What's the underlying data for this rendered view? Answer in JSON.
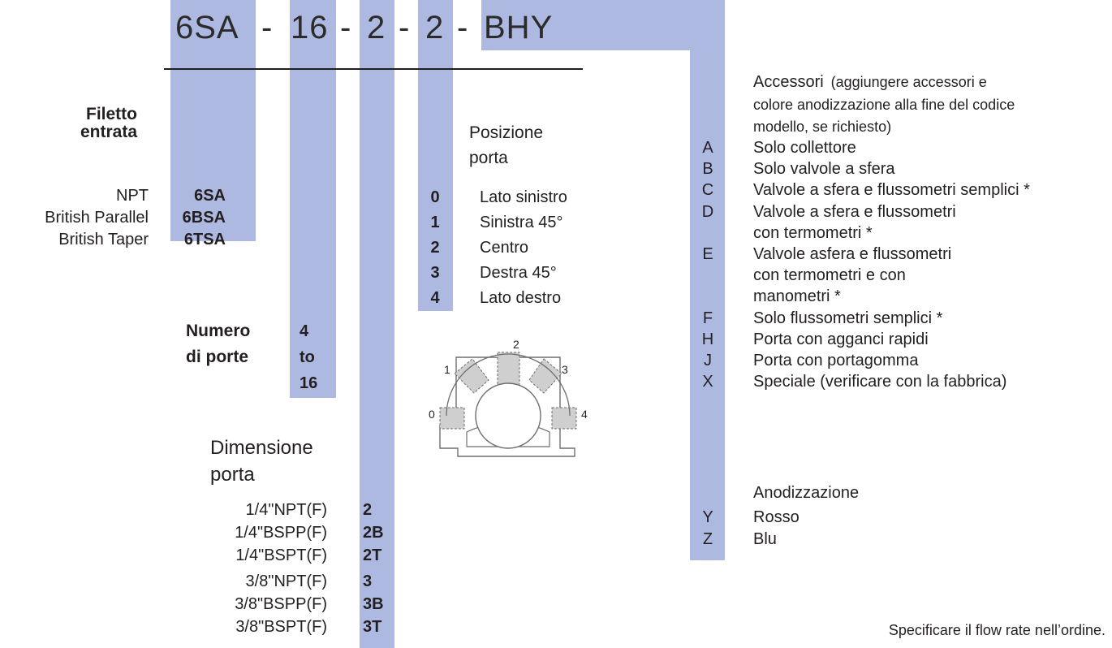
{
  "header": {
    "part1": "6SA",
    "dash": "-",
    "part2": "16",
    "part3": "2",
    "part4": "2",
    "part5": "BHY"
  },
  "inlet_thread": {
    "title_line1": "Filetto",
    "title_line2": "entrata",
    "rows": [
      {
        "label": "NPT",
        "code": "6SA"
      },
      {
        "label": "British  Parallel",
        "code": "6BSA"
      },
      {
        "label": "British  Taper",
        "code": "6TSA"
      }
    ]
  },
  "ports": {
    "title_line1": "Numero",
    "title_line2": "di porte",
    "values": [
      "4",
      "to",
      "16"
    ]
  },
  "port_size": {
    "title_line1": "Dimensione",
    "title_line2": "porta",
    "rows": [
      {
        "label": "1/4\"NPT(F)",
        "code": "2"
      },
      {
        "label": "1/4\"BSPP(F)",
        "code": "2B"
      },
      {
        "label": "1/4\"BSPT(F)",
        "code": "2T"
      },
      {
        "label": "3/8\"NPT(F)",
        "code": "3"
      },
      {
        "label": "3/8\"BSPP(F)",
        "code": "3B"
      },
      {
        "label": "3/8\"BSPT(F)",
        "code": "3T"
      }
    ]
  },
  "port_position": {
    "title_line1": "Posizione",
    "title_line2": "porta",
    "rows": [
      {
        "code": "0",
        "label": "Lato sinistro"
      },
      {
        "code": "1",
        "label": "Sinistra 45°"
      },
      {
        "code": "2",
        "label": "Centro"
      },
      {
        "code": "3",
        "label": "Destra 45°"
      },
      {
        "code": "4",
        "label": "Lato destro"
      }
    ],
    "diagram_labels": [
      "0",
      "1",
      "2",
      "3",
      "4"
    ]
  },
  "accessories": {
    "title": "Accessori",
    "note_line1": "(aggiungere accessori e",
    "note_line2": "colore anodizzazione  alla fine del codice",
    "note_line3": "modello, se richiesto)",
    "rows": [
      {
        "code": "A",
        "lines": [
          "Solo collettore"
        ]
      },
      {
        "code": "B",
        "lines": [
          "Solo valvole a sfera"
        ]
      },
      {
        "code": "C",
        "lines": [
          "Valvole a sfera e flussometri semplici *"
        ]
      },
      {
        "code": "D",
        "lines": [
          "Valvole a sfera e   flussometri",
          "con termometri  *"
        ]
      },
      {
        "code": "E",
        "lines": [
          "Valvole asfera e   flussometri",
          "con termometri e con",
          "manometri *"
        ]
      },
      {
        "code": "F",
        "lines": [
          "Solo flussometri semplici *"
        ]
      },
      {
        "code": "H",
        "lines": [
          "Porta con agganci rapidi"
        ]
      },
      {
        "code": "J",
        "lines": [
          "Porta con portagomma"
        ]
      },
      {
        "code": "X",
        "lines": [
          "Speciale  (verificare con la fabbrica)"
        ]
      }
    ]
  },
  "anodizing": {
    "title": "Anodizzazione",
    "rows": [
      {
        "code": "Y",
        "label": "Rosso"
      },
      {
        "code": "Z",
        "label": "Blu"
      }
    ]
  },
  "footer_note": "Specificare il flow rate nell’ordine.",
  "colors": {
    "bar": "#aeb9e1",
    "text": "#231f20"
  }
}
